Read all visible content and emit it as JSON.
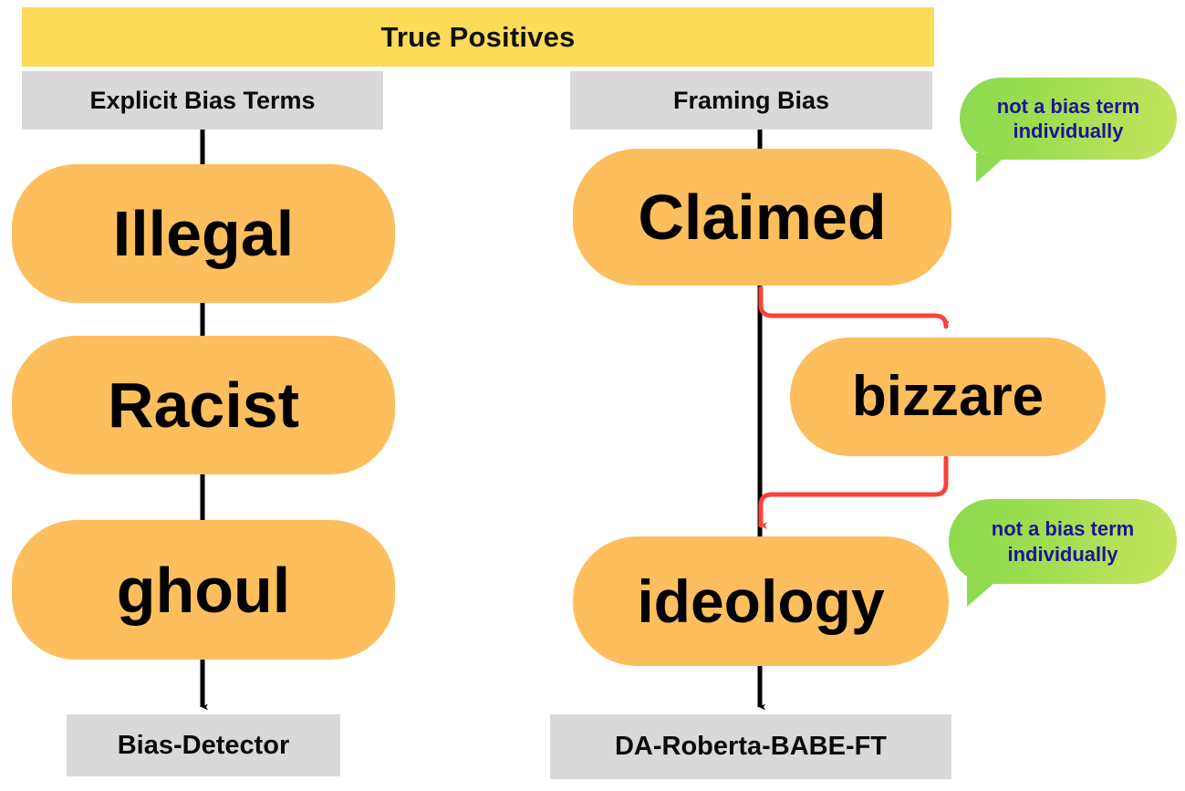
{
  "banner": {
    "title": "True Positives",
    "color": "#FCDB58"
  },
  "colors": {
    "banner_yellow": "#FCDB58",
    "pill_orange": "#FDBE5E",
    "box_gray": "#D9D9D9",
    "bubble_green_start": "#8CD94F",
    "bubble_green_end": "#C4E55E",
    "bubble_text_blue": "#1D1596",
    "arrow_black": "#000000",
    "arrow_red": "#F9423A"
  },
  "columns": [
    {
      "header": "Explicit Bias Terms",
      "terms": [
        "Illegal",
        "Racist",
        "ghoul"
      ],
      "model": "Bias-Detector"
    },
    {
      "header": "Framing Bias",
      "terms": [
        "Claimed",
        "bizzare",
        "ideology"
      ],
      "model": "DA-Roberta-BABE-FT"
    }
  ],
  "terms": {
    "illegal": "Illegal",
    "racist": "Racist",
    "ghoul": "ghoul",
    "claimed": "Claimed",
    "bizzare": "bizzare",
    "ideology": "ideology"
  },
  "headers": {
    "left": "Explicit Bias Terms",
    "right": "Framing Bias"
  },
  "models": {
    "left": "Bias-Detector",
    "right": "DA-Roberta-BABE-FT"
  },
  "annotations": [
    {
      "text": "not a bias term individually",
      "attached_to": "Claimed"
    },
    {
      "text": "not a bias term individually",
      "attached_to": "ideology"
    }
  ],
  "annotation_text": "not a bias term individually"
}
